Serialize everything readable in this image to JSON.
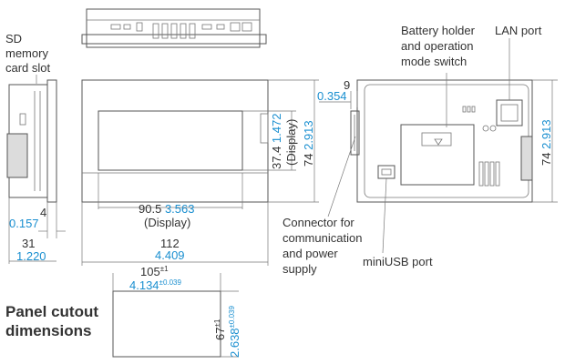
{
  "labels": {
    "sd_slot": [
      "SD",
      "memory",
      "card slot"
    ],
    "battery": [
      "Battery holder",
      "and operation",
      "mode switch"
    ],
    "lan": "LAN port",
    "connector": [
      "Connector for",
      "communication",
      "and power",
      "supply"
    ],
    "miniusb": "miniUSB port",
    "cutout_title": [
      "Panel cutout",
      "dimensions"
    ]
  },
  "dimensions": {
    "side_thickness": {
      "mm": "4",
      "inch": "0.157"
    },
    "side_depth": {
      "mm": "31",
      "inch": "1.220"
    },
    "display_width": {
      "mm": "90.5",
      "inch": "3.563",
      "note": "(Display)"
    },
    "display_height": {
      "mm": "37.4",
      "inch": "1.472",
      "note": "(Display)"
    },
    "front_height": {
      "mm": "74",
      "inch": "2.913"
    },
    "front_width": {
      "mm": "112",
      "inch": "4.409"
    },
    "connector_depth": {
      "mm": "9",
      "inch": "0.354"
    },
    "rear_height": {
      "mm": "74",
      "inch": "2.913"
    },
    "cutout_width": {
      "mm": "105",
      "tol_mm": "±1",
      "inch": "4.134",
      "tol_inch": "±0.039"
    },
    "cutout_height": {
      "mm": "67",
      "tol_mm": "±1",
      "inch": "2.638",
      "tol_inch": "±0.039"
    }
  }
}
